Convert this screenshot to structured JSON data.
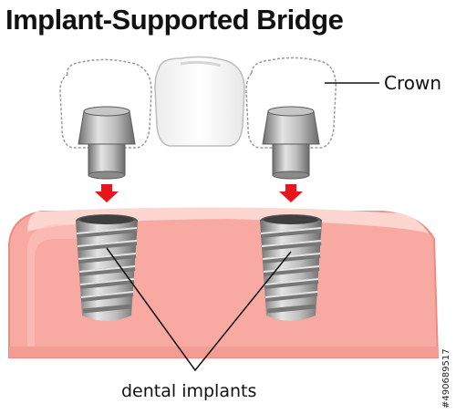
{
  "title": "Implant-Supported Bridge",
  "labels": {
    "crown": "Crown",
    "implants": "dental implants"
  },
  "side_credit": "#490689517",
  "colors": {
    "gum": "#f7a9a2",
    "gum_light": "#fdd6cf",
    "gum_outline": "#f08a82",
    "tooth": "#ffffff",
    "tooth_shade": "#e6e6e6",
    "metal_dark": "#6d6d6d",
    "metal_mid": "#a9a9a9",
    "metal_light": "#d8d8d8",
    "arrow": "#e8161b",
    "line": "#111111"
  }
}
